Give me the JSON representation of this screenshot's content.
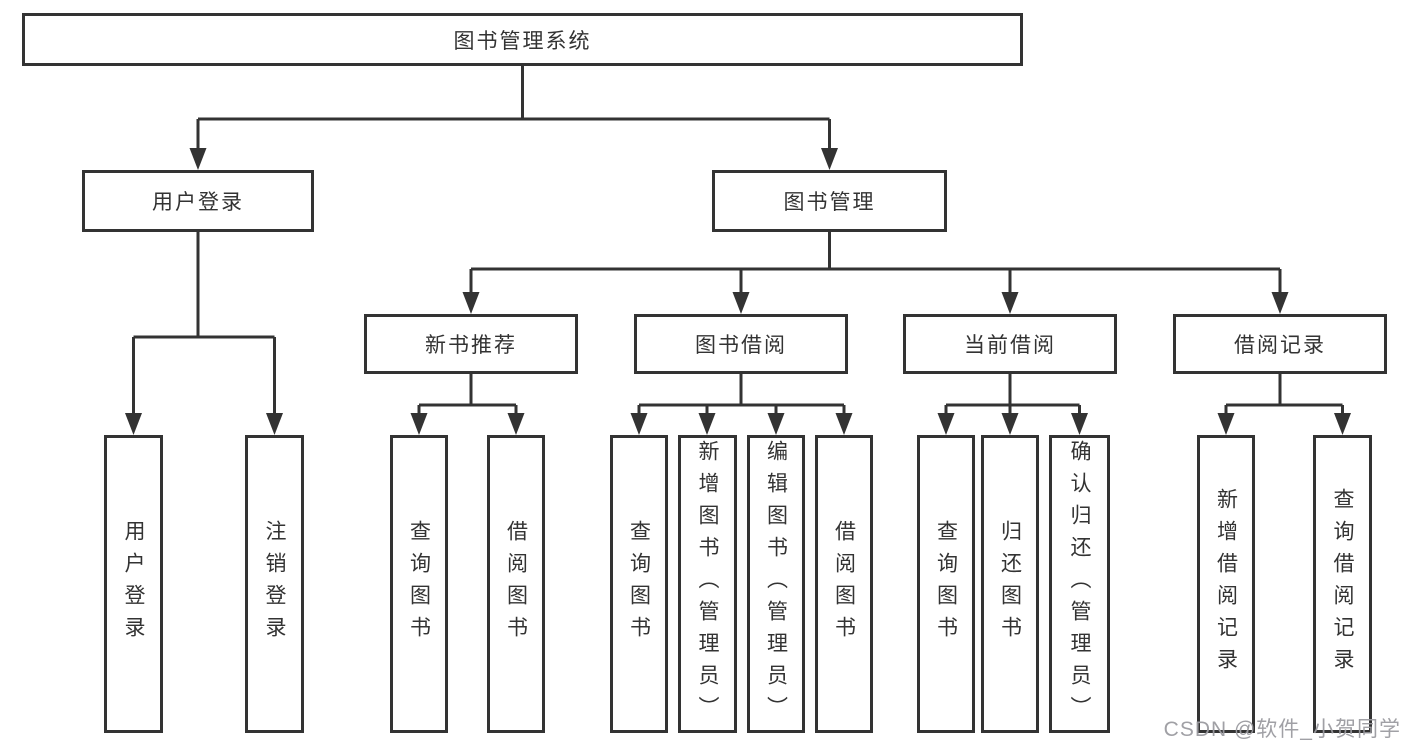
{
  "tree": {
    "label": "图书管理系统",
    "children": [
      {
        "label": "用户登录",
        "children": [
          {
            "label": "用户登录"
          },
          {
            "label": "注销登录"
          }
        ]
      },
      {
        "label": "图书管理",
        "children": [
          {
            "label": "新书推荐",
            "children": [
              {
                "label": "查询图书"
              },
              {
                "label": "借阅图书"
              }
            ]
          },
          {
            "label": "图书借阅",
            "children": [
              {
                "label": "查询图书"
              },
              {
                "label": "新增图书（管理员）"
              },
              {
                "label": "编辑图书（管理员）"
              },
              {
                "label": "借阅图书"
              }
            ]
          },
          {
            "label": "当前借阅",
            "children": [
              {
                "label": "查询图书"
              },
              {
                "label": "归还图书"
              },
              {
                "label": "确认归还（管理员）"
              }
            ]
          },
          {
            "label": "借阅记录",
            "children": [
              {
                "label": "新增借阅记录"
              },
              {
                "label": "查询借阅记录"
              }
            ]
          }
        ]
      }
    ]
  },
  "watermark": {
    "text": "CSDN @软件_小贺同学"
  },
  "colors": {
    "line": "#333333",
    "box_border": "#333333",
    "text": "#333333",
    "background": "#ffffff",
    "watermark": "#9b9ba0"
  }
}
